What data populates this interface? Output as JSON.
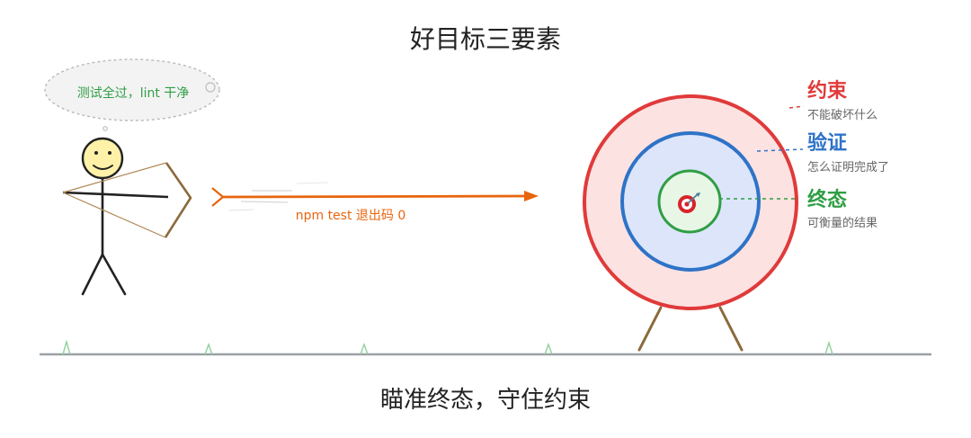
{
  "title": "好目标三要素",
  "caption": "瞄准终态，守住约束",
  "speech_bubble": {
    "text": "测试全过，lint 干净"
  },
  "arrow_label": "npm test 退出码 0",
  "legend": [
    {
      "title": "约束",
      "subtitle": "不能破坏什么",
      "color": "#e03a3a"
    },
    {
      "title": "验证",
      "subtitle": "怎么证明完成了",
      "color": "#2e73c7"
    },
    {
      "title": "终态",
      "subtitle": "可衡量的结果",
      "color": "#2f9e44"
    }
  ],
  "colors": {
    "arrow": "#e8650e",
    "speech_text": "#2f9e44",
    "outer_ring": "#e03a3a",
    "middle_ring": "#2e73c7",
    "inner_ring": "#2f9e44",
    "outer_fill": "#fde2e2",
    "middle_fill": "#dde5fb",
    "inner_fill": "#e8f6e6",
    "bow": "#8b6a3c",
    "target_stand": "#8b6a3c",
    "ground": "#9aa0a6",
    "grass": "#8fd19e"
  }
}
